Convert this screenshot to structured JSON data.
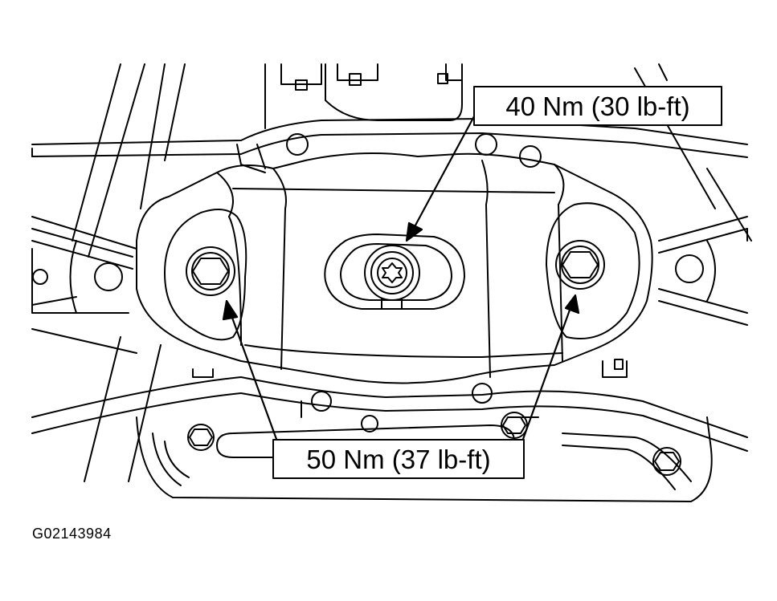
{
  "diagram": {
    "callouts": {
      "center_bolt_torque": "40 Nm (30 lb-ft)",
      "side_bolts_torque": "50 Nm (37 lb-ft)"
    },
    "figure_id": "G02143984",
    "colors": {
      "ink": "#000000",
      "paper": "#ffffff"
    }
  }
}
